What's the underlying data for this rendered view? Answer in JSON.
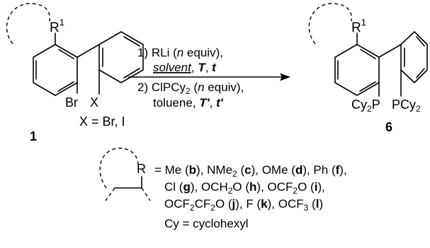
{
  "reactant": {
    "r1_symbol": "R",
    "r1_sup": "1",
    "br_label": "Br",
    "x_label": "X",
    "x_def": "X = Br, I",
    "compound_number": "1"
  },
  "conditions": {
    "step1": {
      "prefix": "1) RLi  (",
      "n": "n",
      "suffix": " equiv),",
      "solvent": "solvent",
      "T": "T",
      "t": "t",
      "sep": ", "
    },
    "step2": {
      "prefix": "2) ClPCy",
      "sub": "2",
      "paren": " (",
      "n": "n",
      "suffix": " equiv),",
      "toluene": "toluene, ",
      "Tp": "T'",
      "tp": "t'",
      "sep": ", "
    }
  },
  "product": {
    "r1_symbol": "R",
    "r1_sup": "1",
    "left_p_main": "Cy",
    "left_p_sub": "2",
    "left_p_end": "P",
    "right_p_main": "PCy",
    "right_p_sub": "2",
    "compound_number": "6"
  },
  "substituents": {
    "r_symbol": "R",
    "line1": [
      {
        "t": "= Me ("
      },
      {
        "t": "b",
        "b": true
      },
      {
        "t": "), NMe"
      },
      {
        "t": "2",
        "sub": true
      },
      {
        "t": " ("
      },
      {
        "t": "c",
        "b": true
      },
      {
        "t": "), OMe ("
      },
      {
        "t": "d",
        "b": true
      },
      {
        "t": "), Ph ("
      },
      {
        "t": "f",
        "b": true
      },
      {
        "t": "),"
      }
    ],
    "line2": [
      {
        "t": "Cl ("
      },
      {
        "t": "g",
        "b": true
      },
      {
        "t": "), OCH"
      },
      {
        "t": "2",
        "sub": true
      },
      {
        "t": "O ("
      },
      {
        "t": "h",
        "b": true
      },
      {
        "t": "), OCF"
      },
      {
        "t": "2",
        "sub": true
      },
      {
        "t": "O ("
      },
      {
        "t": "i",
        "b": true
      },
      {
        "t": "),"
      }
    ],
    "line3": [
      {
        "t": "OCF"
      },
      {
        "t": "2",
        "sub": true
      },
      {
        "t": "CF"
      },
      {
        "t": "2",
        "sub": true
      },
      {
        "t": "O ("
      },
      {
        "t": "j",
        "b": true
      },
      {
        "t": "), F ("
      },
      {
        "t": "k",
        "b": true
      },
      {
        "t": "), OCF"
      },
      {
        "t": "3",
        "sub": true
      },
      {
        "t": " ("
      },
      {
        "t": "l",
        "b": true
      },
      {
        "t": ")"
      }
    ],
    "cy_def": "Cy = cyclohexyl"
  }
}
